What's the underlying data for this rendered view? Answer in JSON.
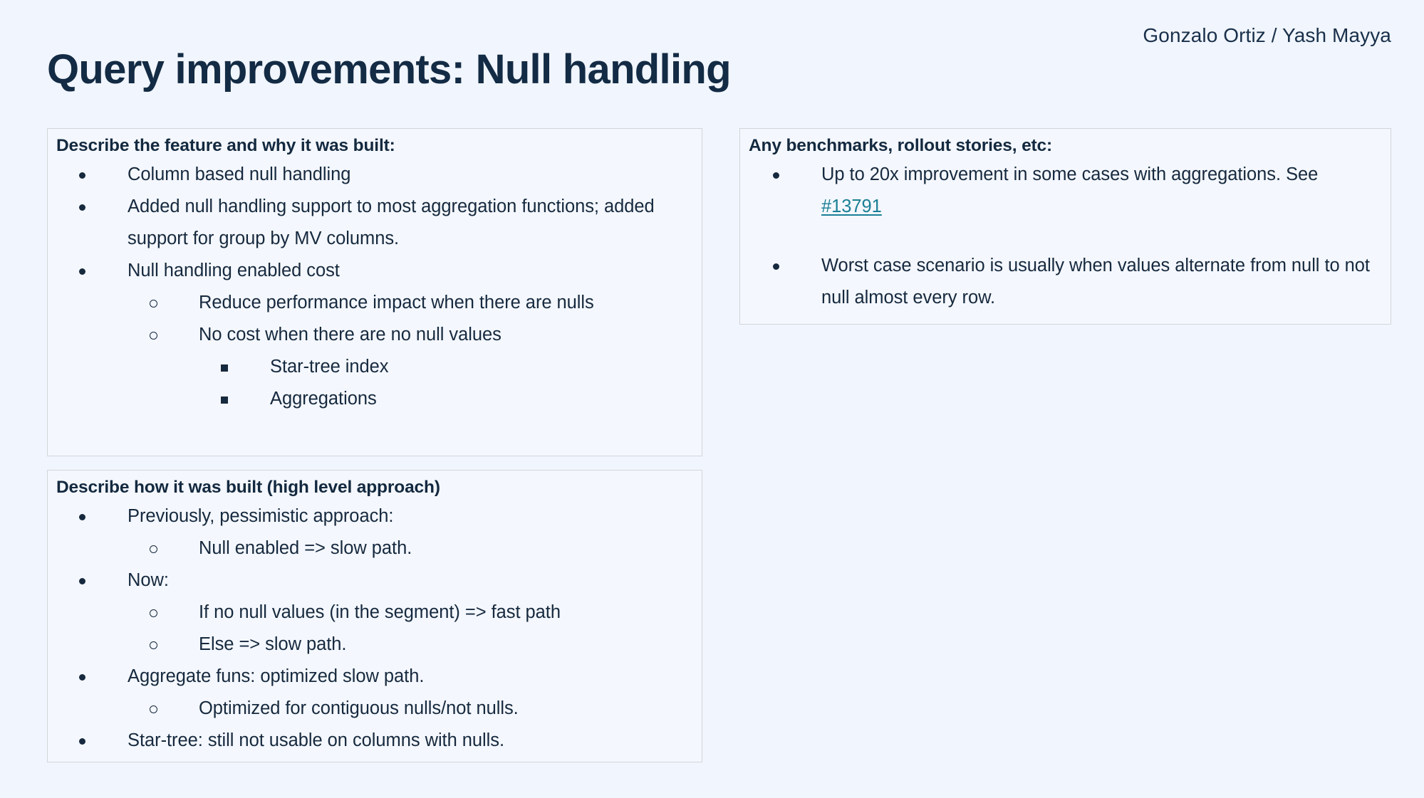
{
  "slide": {
    "background_color": "#f1f5fd",
    "text_color": "#15293f",
    "byline": "Gonzalo Ortiz / Yash Mayya",
    "title": "Query improvements: Null handling"
  },
  "boxes": {
    "feature": {
      "title": "Describe the feature and why it was built:",
      "bullets": [
        {
          "text": "Column based null handling"
        },
        {
          "text": "Added null handling support to most aggregation functions; added support for group by MV columns."
        },
        {
          "text": "Null handling enabled cost",
          "children": [
            {
              "text": "Reduce performance impact when there are nulls"
            },
            {
              "text": "No cost when there are no null values",
              "children": [
                {
                  "text": "Star-tree index"
                },
                {
                  "text": "Aggregations"
                }
              ]
            }
          ]
        }
      ]
    },
    "built": {
      "title": "Describe how it was built (high level approach)",
      "bullets": [
        {
          "text": "Previously, pessimistic approach:",
          "children": [
            {
              "text": "Null enabled => slow path."
            }
          ]
        },
        {
          "text": "Now:",
          "children": [
            {
              "text": "If no null values (in the segment) => fast path"
            },
            {
              "text": "Else => slow path."
            }
          ]
        },
        {
          "text": "Aggregate funs: optimized slow path.",
          "children": [
            {
              "text": "Optimized for contiguous nulls/not nulls."
            }
          ]
        },
        {
          "text": "Star-tree: still not usable on columns with nulls."
        }
      ]
    },
    "benchmarks": {
      "title": "Any benchmarks, rollout stories, etc:",
      "bullet_1_part_1": "Up to 20x improvement in some cases with aggregations. See ",
      "bullet_1_link": "#13791",
      "bullet_1_link_color": "#1a7f96",
      "bullet_2": "Worst case scenario is usually when values alternate from null to not null almost every row."
    }
  }
}
